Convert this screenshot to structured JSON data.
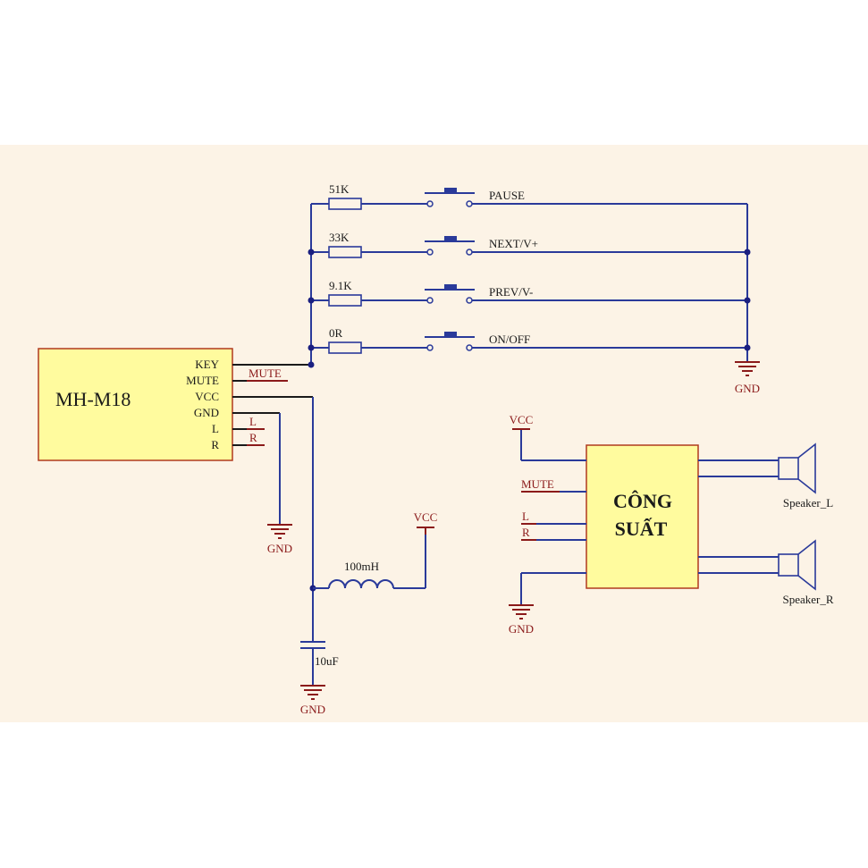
{
  "module": {
    "name": "MH-M18",
    "pins": [
      "KEY",
      "MUTE",
      "VCC",
      "GND",
      "L",
      "R"
    ]
  },
  "mute_net": "MUTE",
  "buttons": [
    {
      "resistor": "51K",
      "label": "PAUSE"
    },
    {
      "resistor": "33K",
      "label": "NEXT/V+"
    },
    {
      "resistor": "9.1K",
      "label": "PREV/V-"
    },
    {
      "resistor": "0R",
      "label": "ON/OFF"
    }
  ],
  "gnd_label": "GND",
  "vcc_label": "VCC",
  "inductor": "100mH",
  "capacitor": "10uF",
  "left_pin_nets": [
    "L",
    "R"
  ],
  "amp": {
    "title_line1": "CÔNG",
    "title_line2": "SUẤT",
    "inputs": [
      "MUTE",
      "L",
      "R"
    ],
    "vcc": "VCC",
    "gnd": "GND"
  },
  "speakers": [
    "Speaker_L",
    "Speaker_R"
  ],
  "colors": {
    "background": "#fcf3e6",
    "box_fill": "#fffb9e",
    "box_stroke": "#b03a1e",
    "wire": "#2a3a9a",
    "net": "#8b1a1a"
  }
}
